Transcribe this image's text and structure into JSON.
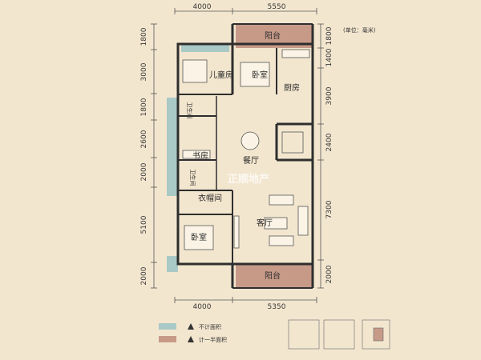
{
  "dims_top": [
    "4000",
    "5550"
  ],
  "dims_bottom": [
    "4000",
    "5350"
  ],
  "dims_left": [
    "1800",
    "3000",
    "1800",
    "2600",
    "2000",
    "5100",
    "2000"
  ],
  "dims_right": [
    "1800",
    "1400",
    "3900",
    "2400",
    "7300",
    "2000"
  ],
  "unit_note": "(单位：毫米)",
  "rooms": {
    "balcony_top": "阳台",
    "kids_room": "儿童房",
    "bedroom_top": "卧室",
    "kitchen": "厨房",
    "bathroom_top": "卫生间",
    "dining": "餐厅",
    "study": "书房",
    "bathroom_mid": "卫生间",
    "cloakroom": "衣帽间",
    "living": "客厅",
    "bedroom_bottom": "卧室",
    "balcony_bottom": "阳台"
  },
  "watermark": "正顺地产",
  "legend": [
    {
      "label": "不计面积",
      "color": "#a9c9c6"
    },
    {
      "label": "计一半面积",
      "color": "#c79a88"
    }
  ],
  "colors": {
    "background": "#f3e6cf",
    "wall": "#2e2e2e",
    "balcony": "#c79a88",
    "unpriced_area": "#a9c9c6"
  }
}
